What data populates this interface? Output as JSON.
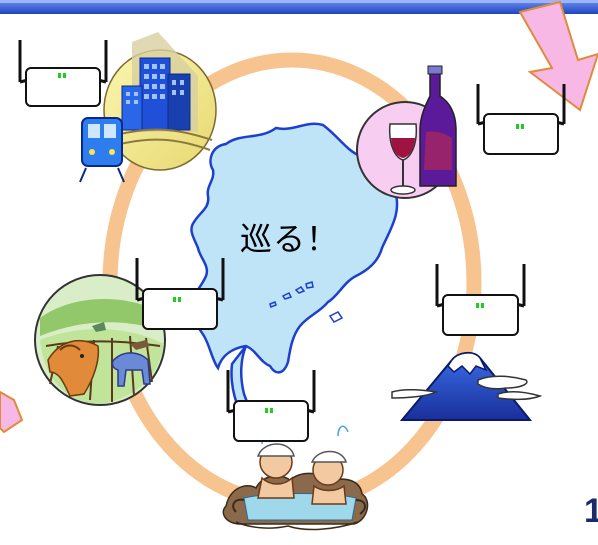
{
  "slide": {
    "caption": "巡る！",
    "page_number": "1"
  },
  "colors": {
    "top_bar": "#2a55c8",
    "loop_ring": "#f7c38f",
    "map_fill": "#bfe4f7",
    "map_stroke": "#1c3fd0",
    "router_led": "#22cc22",
    "arrow_fill": "#f7b8e6",
    "arrow_stroke": "#e08a3a"
  },
  "icons": {
    "routers": [
      "router-top-left",
      "router-top-right",
      "router-middle-left",
      "router-middle-right",
      "router-bottom-center"
    ],
    "clipart": [
      "city-train-clipart",
      "wine-clipart",
      "horses-clipart",
      "mount-fuji-clipart",
      "hot-spring-clipart"
    ]
  }
}
